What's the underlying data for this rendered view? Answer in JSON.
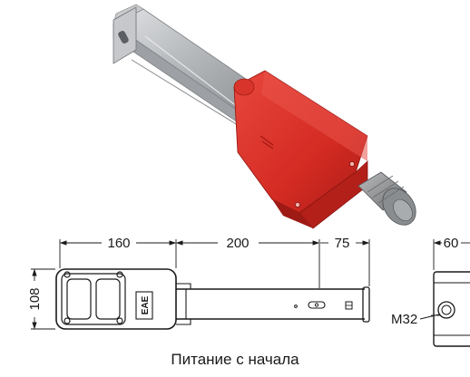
{
  "dimensions": {
    "length_head": "160",
    "length_rod": "200",
    "length_end": "75",
    "height": "108",
    "side_width": "60",
    "gland": "M32"
  },
  "housing_marking": "EAE",
  "caption": "Питание с начала",
  "colors": {
    "housing": "#d42b23",
    "rail": "#b9bcc0",
    "gland": "#8e9092",
    "line": "#1a1a1a"
  }
}
